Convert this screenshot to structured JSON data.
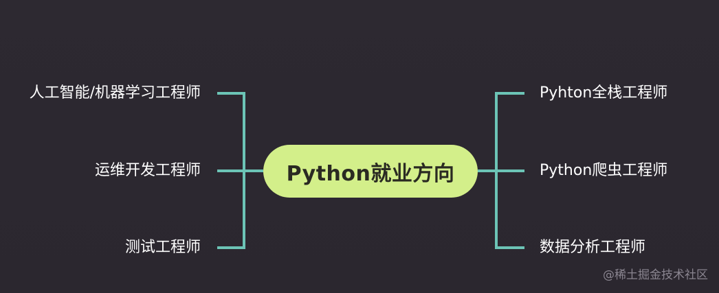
{
  "central_topic": "Python就业方向",
  "left_branches": [
    {
      "label": "人工智能/机器学习工程师"
    },
    {
      "label": "运维开发工程师"
    },
    {
      "label": "测试工程师"
    }
  ],
  "right_branches": [
    {
      "label": "Pyhton全栈工程师"
    },
    {
      "label": "Python爬虫工程师"
    },
    {
      "label": "数据分析工程师"
    }
  ],
  "watermark": "@稀土掘金技术社区",
  "colors": {
    "background": "#2c2830",
    "central_fill": "#d3ef8a",
    "connector": "#6cc4b6",
    "leaf_text": "#ffffff"
  }
}
